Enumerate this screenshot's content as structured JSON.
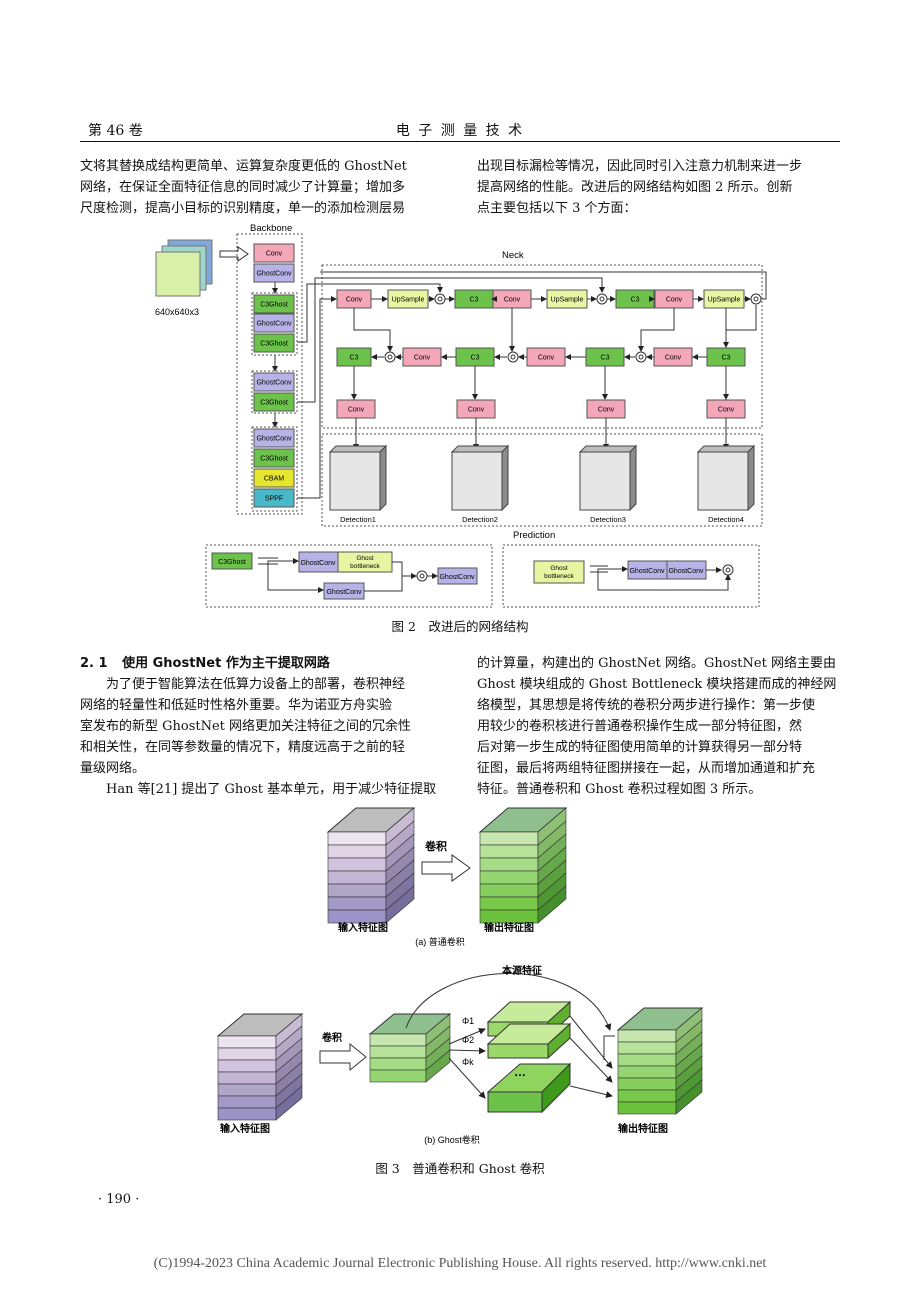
{
  "header": {
    "volume": "第 46 卷",
    "journal": "电 子 测 量 技 术"
  },
  "top_left_lines": [
    "文将其替换成结构更简单、运算复杂度更低的 GhostNet",
    "网络，在保证全面特征信息的同时减少了计算量；增加多",
    "尺度检测，提高小目标的识别精度，单一的添加检测层易"
  ],
  "top_right_lines": [
    "出现目标漏检等情况，因此同时引入注意力机制来进一步",
    "提高网络的性能。改进后的网络结构如图 2 所示。创新",
    "点主要包括以下 3 个方面："
  ],
  "fig2": {
    "input_label": "640x640x3",
    "backbone_title": "Backbone",
    "neck_title": "Neck",
    "prediction_title": "Prediction",
    "backbone_blocks": [
      "Conv",
      "GhostConv",
      "C3Ghost",
      "GhostConv",
      "C3Ghost",
      "GhostConv",
      "C3Ghost",
      "GhostConv",
      "C3Ghost",
      "CBAM",
      "SPPF"
    ],
    "neck_row1": [
      "Conv",
      "UpSample",
      "C3",
      "Conv",
      "UpSample",
      "C3",
      "Conv",
      "UpSample"
    ],
    "neck_row2": [
      "C3",
      "Conv",
      "C3",
      "Conv",
      "C3",
      "Conv",
      "C3"
    ],
    "neck_row3": [
      "Conv",
      "Conv",
      "Conv",
      "Conv"
    ],
    "detections": [
      "Detection1",
      "Detection2",
      "Detection3",
      "Detection4"
    ],
    "c3ghost_module": [
      "C3Ghost",
      "GhostConv",
      "Ghost bottleneck",
      "GhostConv",
      "GhostConv"
    ],
    "ghost_bottleneck_module": [
      "Ghost bottleneck",
      "GhostConv",
      "GhostConv"
    ],
    "caption": "图 2　改进后的网络结构",
    "colors": {
      "conv": "#f4a7b9",
      "ghostconv": "#b7b3e6",
      "c3": "#6cc24a",
      "cbam": "#e6e62e",
      "sppf": "#49b8c9",
      "upsample": "#e8f5a3"
    }
  },
  "section": {
    "number": "2. 1",
    "title": "使用 GhostNet 作为主干提取网路"
  },
  "left_lines": [
    "为了便于智能算法在低算力设备上的部署，卷积神经",
    "网络的轻量性和低延时性格外重要。华为诺亚方舟实验",
    "室发布的新型 GhostNet 网络更加关注特征之间的冗余性",
    "和相关性，在同等参数量的情况下，精度远高于之前的轻",
    "量级网络。",
    "Han 等[21] 提出了 Ghost 基本单元，用于减少特征提取"
  ],
  "right_lines": [
    "的计算量，构建出的 GhostNet 网络。GhostNet 网络主要由",
    "Ghost 模块组成的 Ghost Bottleneck 模块搭建而成的神经网",
    "络模型，其思想是将传统的卷积分两步进行操作：第一步使",
    "用较少的卷积核进行普通卷积操作生成一部分特征图，然",
    "后对第一步生成的特征图使用简单的计算获得另一部分特",
    "征图，最后将两组特征图拼接在一起，从而增加通道和扩充",
    "特征。普通卷积和 Ghost 卷积过程如图 3 所示。"
  ],
  "fig3": {
    "conv_label": "卷积",
    "input_label": "输入特征图",
    "output_label": "输出特征图",
    "sub_a": "(a) 普通卷积",
    "identity_label": "本源特征",
    "phi": [
      "Φ1",
      "Φ2",
      "Φk"
    ],
    "dots": "…",
    "conv_label_b": "卷积",
    "input_label_b": "输入特征图",
    "output_label_b": "输出特征图",
    "sub_b": "(b) Ghost卷积",
    "caption": "图 3　普通卷积和 Ghost 卷积"
  },
  "page_number": "· 190 ·",
  "copyright": "(C)1994-2023 China Academic Journal Electronic Publishing House. All rights reserved.    http://www.cnki.net"
}
